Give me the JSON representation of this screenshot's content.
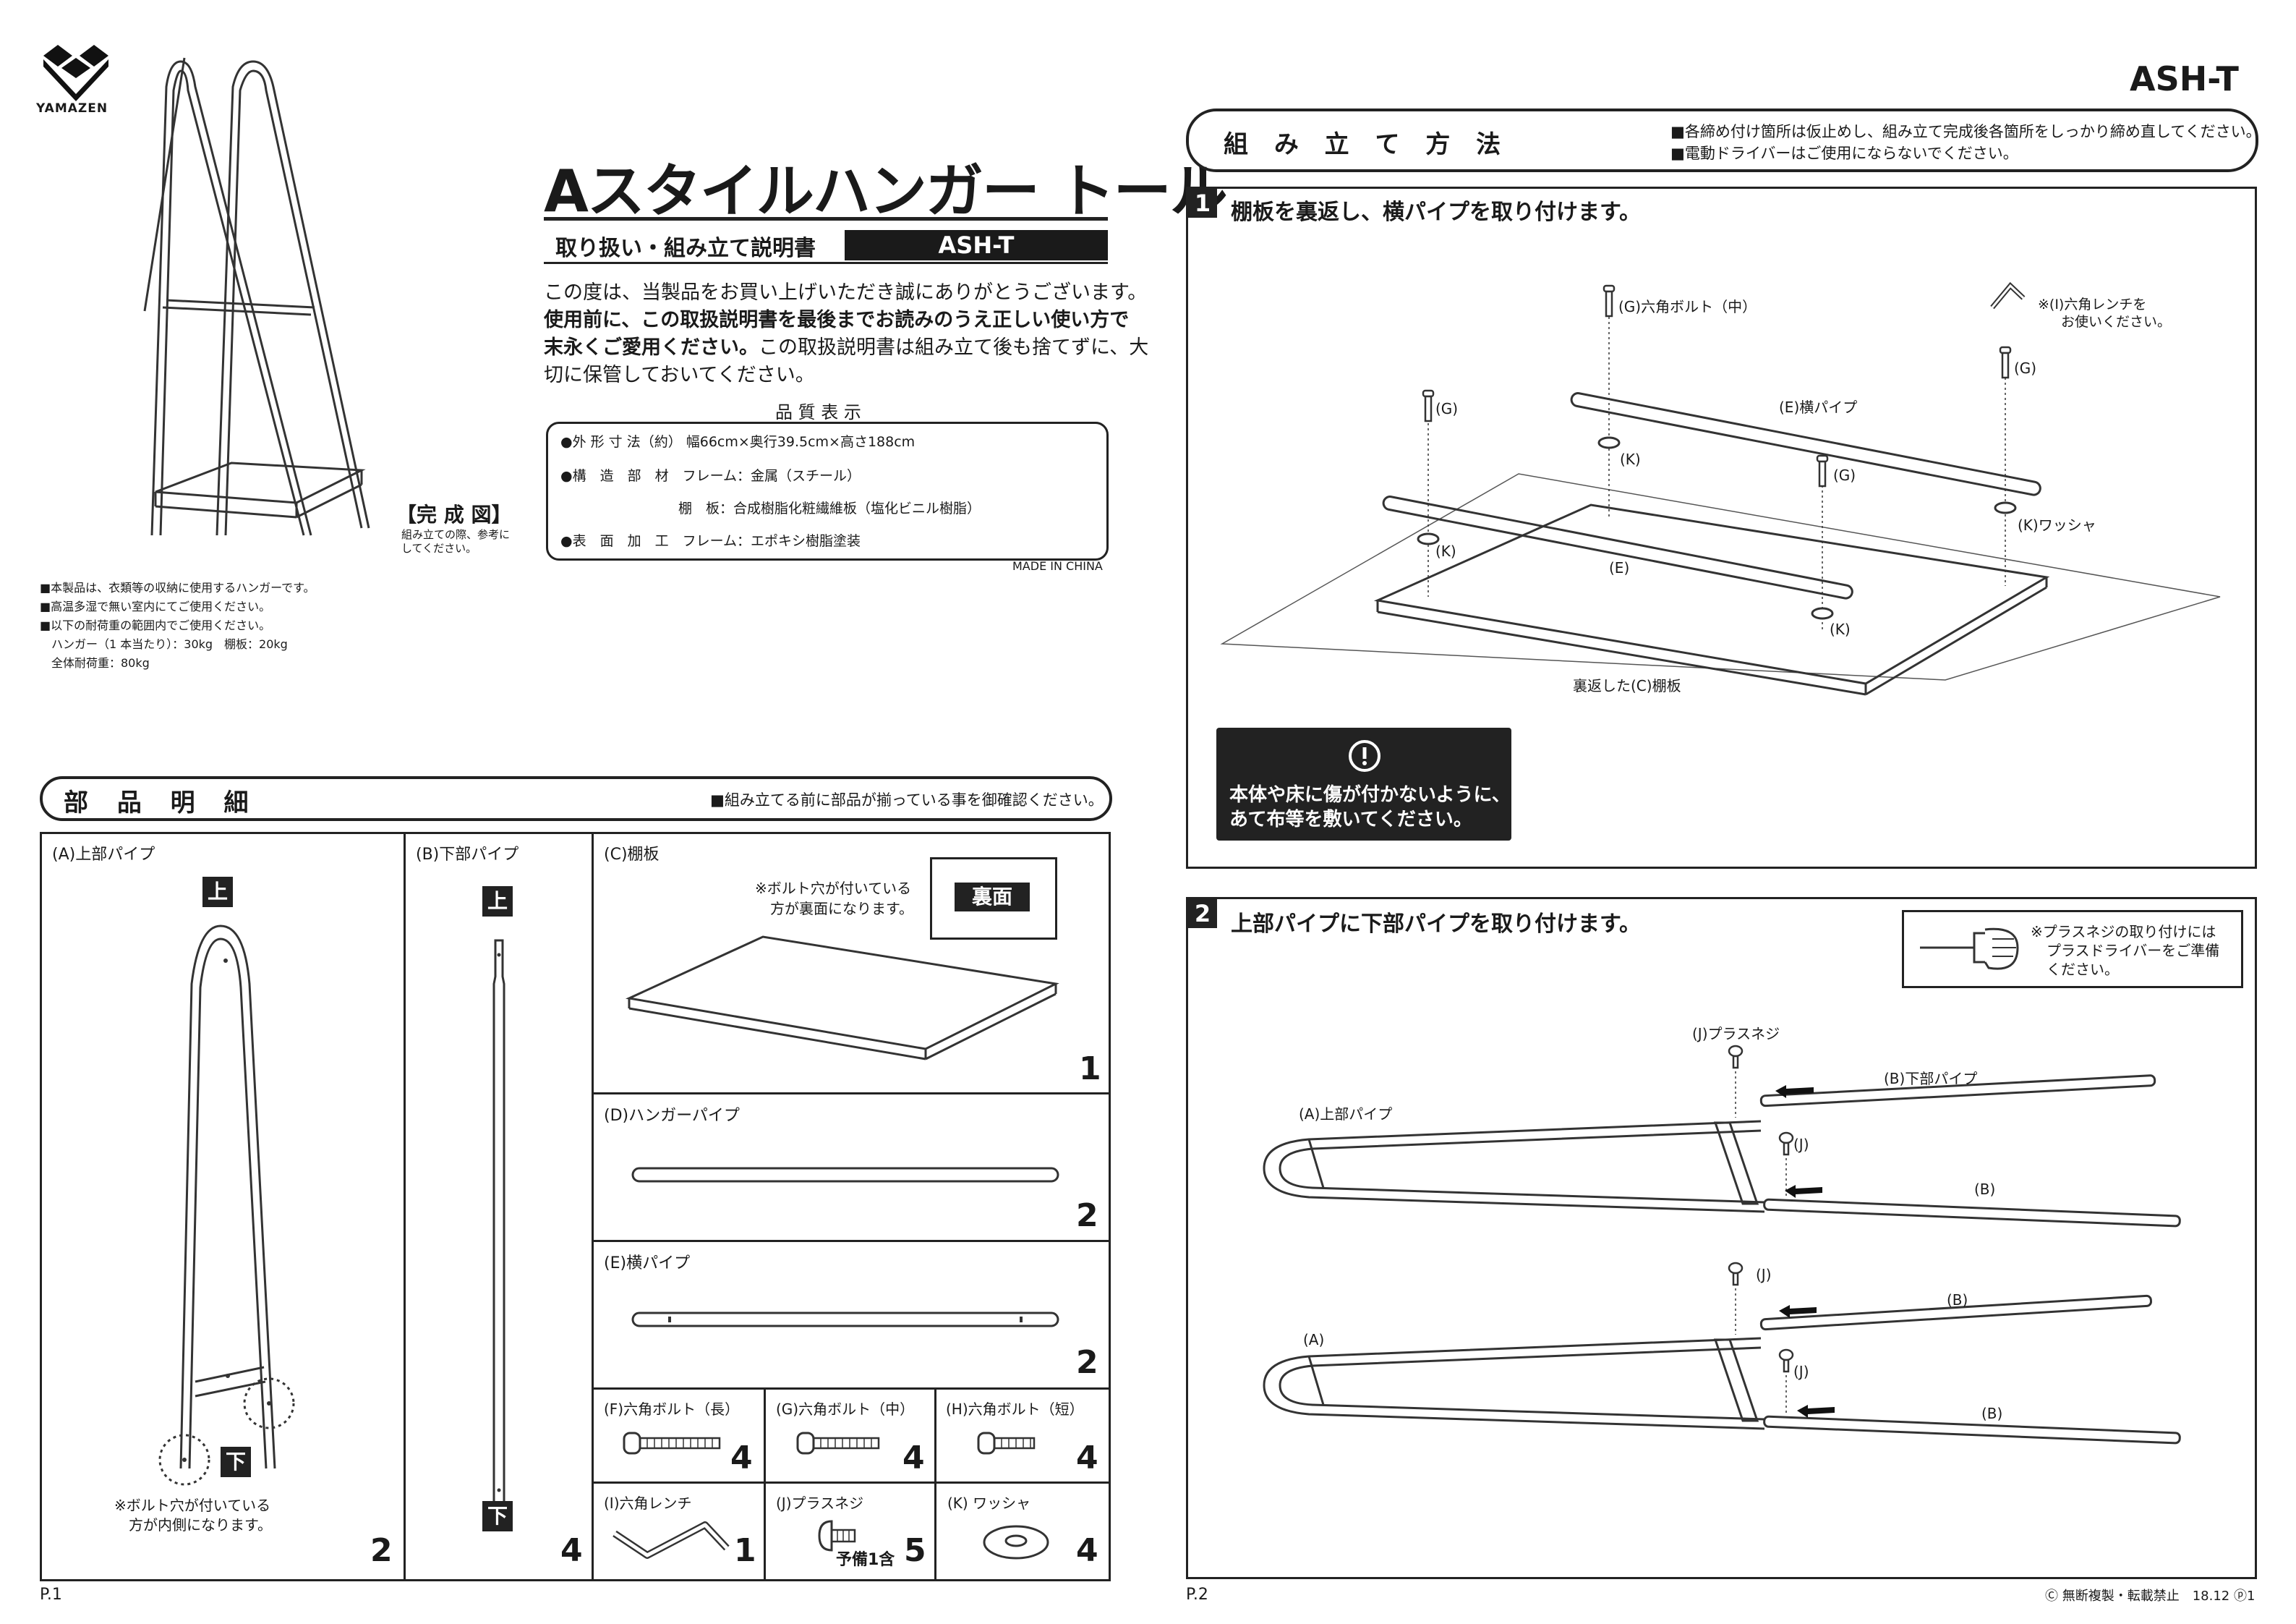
{
  "brand": {
    "name": "YAMAZEN"
  },
  "header": {
    "product_title": "Aスタイルハンガー トール",
    "subtitle": "取り扱い・組み立て説明書",
    "model": "ASH-T",
    "intro_1": "この度は、当製品をお買い上げいただき誠にありがとうございます。",
    "intro_2": "使用前に、この取扱説明書を最後までお読みのうえ正しい使い方で",
    "intro_3a": "末永くご愛用ください。",
    "intro_3b": "この取扱説明書は組み立て後も捨てずに、大",
    "intro_4": "切に保管しておいてください。"
  },
  "quality": {
    "title": "品 質 表 示",
    "row1": "●外 形 寸 法（約） 幅66cm×奥行39.5cm×高さ188cm",
    "row2": "●構　造　部　材　フレーム：金属（スチール）",
    "row3": "棚　板：合成樹脂化粧繊維板（塩化ビニル樹脂）",
    "row4": "●表　面　加　工　フレーム：エポキシ樹脂塗装",
    "made_in": "MADE IN CHINA"
  },
  "completed": {
    "label": "【完 成 図】",
    "note_1": "組み立ての際、参考に",
    "note_2": "してください。"
  },
  "notes": [
    "■本製品は、衣類等の収納に使用するハンガーです。",
    "■高温多湿で無い室内にてご使用ください。",
    "■以下の耐荷重の範囲内でご使用ください。",
    "　ハンガー（1 本当たり）：30kg　棚板：20kg",
    "　全体耐荷重：80kg"
  ],
  "parts": {
    "header": "部 品 明 細",
    "check_note": "■組み立てる前に部品が揃っている事を御確認ください。",
    "a": {
      "name": "(A)上部パイプ",
      "top": "上",
      "bottom": "下",
      "note_1": "※ボルト穴が付いている",
      "note_2": "方が内側になります。",
      "qty": "2"
    },
    "b": {
      "name": "(B)下部パイプ",
      "top": "上",
      "bottom": "下",
      "qty": "4"
    },
    "c": {
      "name": "(C)棚板",
      "note_1": "※ボルト穴が付いている",
      "note_2": "方が裏面になります。",
      "back_label": "裏面",
      "qty": "1"
    },
    "d": {
      "name": "(D)ハンガーパイプ",
      "qty": "2"
    },
    "e": {
      "name": "(E)横パイプ",
      "qty": "2"
    },
    "f": {
      "name": "(F)六角ボルト（長）",
      "qty": "4"
    },
    "g": {
      "name": "(G)六角ボルト（中）",
      "qty": "4"
    },
    "h": {
      "name": "(H)六角ボルト（短）",
      "qty": "4"
    },
    "i": {
      "name": "(I)六角レンチ",
      "qty": "1"
    },
    "j": {
      "name": "(J)プラスネジ",
      "spare": "予備1含",
      "qty": "5"
    },
    "k": {
      "name": "(K) ワッシャ",
      "qty": "4"
    }
  },
  "page_left": "P.1",
  "page_right": "P.2",
  "assembly": {
    "model": "ASH-T",
    "header": "組 み 立 て 方 法",
    "note_1": "■各締め付け箇所は仮止めし、組み立て完成後各箇所をしっかり締め直してください。",
    "note_2": "■電動ドライバーはご使用にならないでください。",
    "step1": {
      "num": "1",
      "title": "棚板を裏返し、横パイプを取り付けます。",
      "g_mid": "(G)六角ボルト（中）",
      "wrench_1": "※(I)六角レンチを",
      "wrench_2": "お使いください。",
      "g": "(G)",
      "k": "(K)",
      "e_pipe": "(E)横パイプ",
      "e": "(E)",
      "k_washer": "(K)ワッシャ",
      "board": "裏返した(C)棚板",
      "warning_1": "本体や床に傷が付かないように、",
      "warning_2": "あて布等を敷いてください。"
    },
    "step2": {
      "num": "2",
      "title": "上部パイプに下部パイプを取り付けます。",
      "tip_1": "※プラスネジの取り付けには",
      "tip_2": "プラスドライバーをご準備",
      "tip_3": "ください。",
      "j_screw": "(J)プラスネジ",
      "b_pipe": "(B)下部パイプ",
      "a_pipe": "(A)上部パイプ",
      "j": "(J)",
      "b": "(B)",
      "a": "(A)"
    }
  },
  "copyright": "Ⓒ 無断複製・転載禁止　18.12 ⓟ1"
}
